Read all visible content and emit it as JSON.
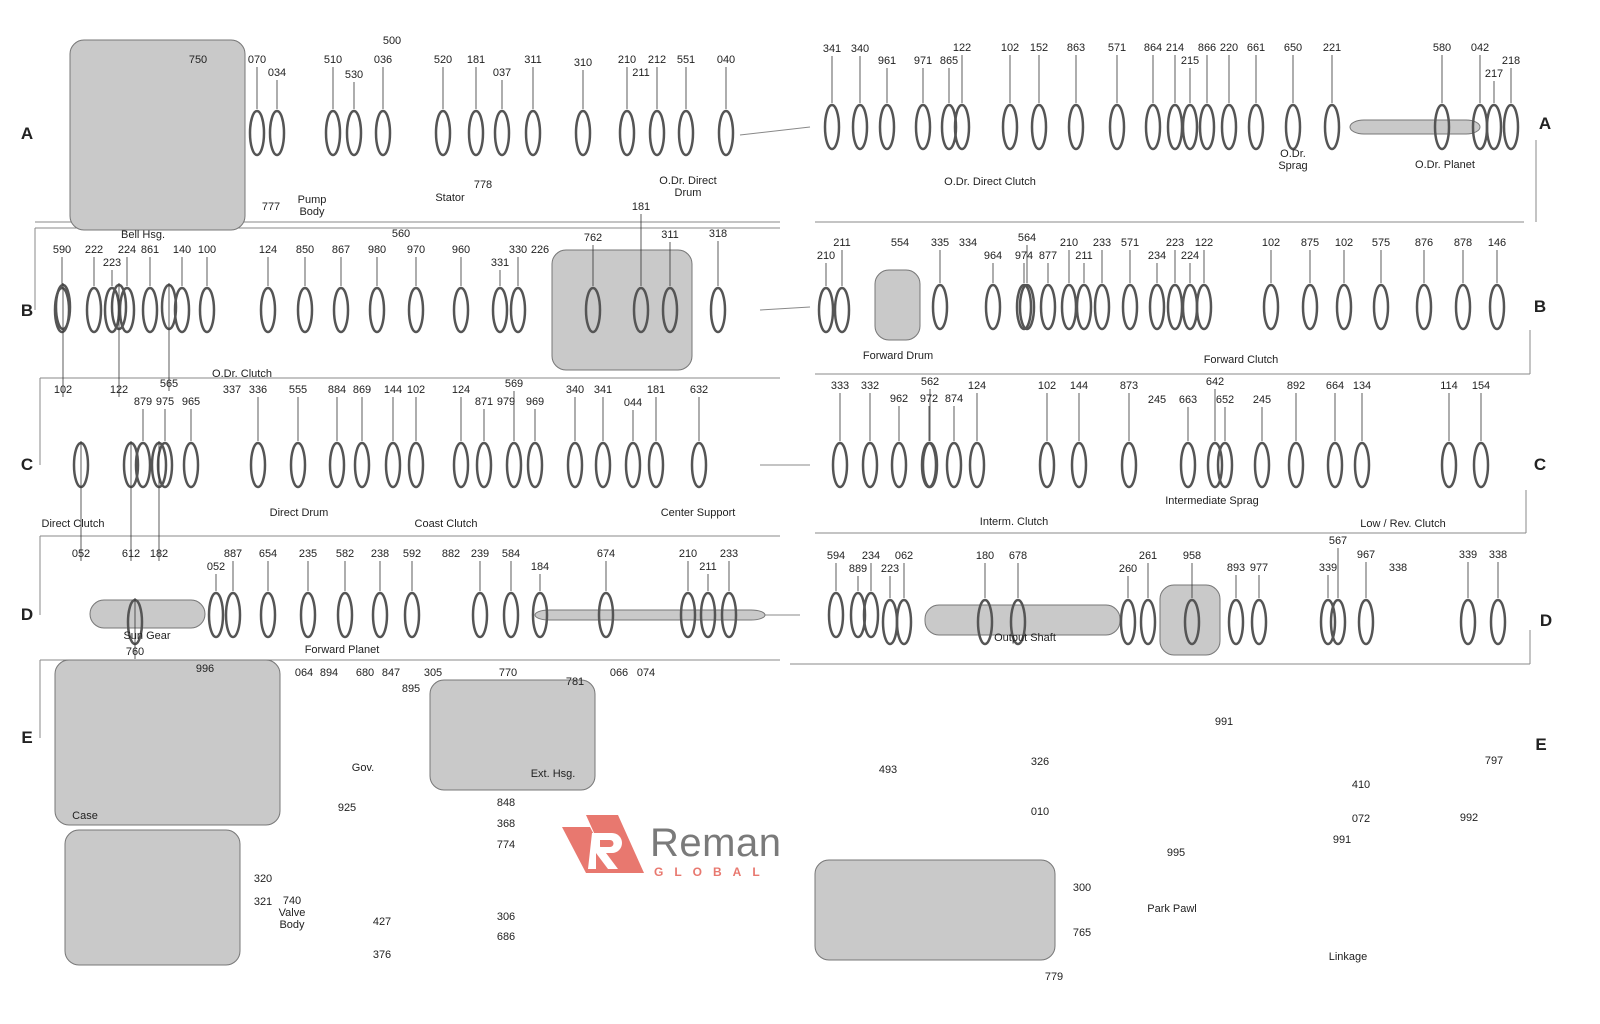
{
  "row_letters": [
    "A",
    "A",
    "B",
    "B",
    "C",
    "C",
    "D",
    "D",
    "E",
    "E"
  ],
  "callouts": [
    "750",
    "070",
    "034",
    "500",
    "510",
    "530",
    "036",
    "520",
    "181",
    "037",
    "311",
    "310",
    "210",
    "211",
    "212",
    "551",
    "040",
    "777",
    "778",
    "341",
    "340",
    "961",
    "971",
    "865",
    "122",
    "102",
    "152",
    "863",
    "571",
    "864",
    "214",
    "215",
    "866",
    "220",
    "661",
    "650",
    "221",
    "580",
    "042",
    "217",
    "218",
    "590",
    "222",
    "223",
    "224",
    "861",
    "140",
    "100",
    "124",
    "850",
    "560",
    "867",
    "980",
    "970",
    "960",
    "330",
    "226",
    "331",
    "181",
    "762",
    "311",
    "318",
    "211",
    "210",
    "554",
    "335",
    "334",
    "564",
    "964",
    "974",
    "877",
    "210",
    "211",
    "233",
    "571",
    "223",
    "234",
    "224",
    "122",
    "102",
    "875",
    "102",
    "575",
    "876",
    "878",
    "146",
    "102",
    "122",
    "565",
    "879",
    "975",
    "965",
    "337",
    "336",
    "555",
    "884",
    "869",
    "144",
    "102",
    "124",
    "569",
    "871",
    "979",
    "969",
    "340",
    "341",
    "181",
    "044",
    "632",
    "333",
    "332",
    "562",
    "962",
    "972",
    "874",
    "124",
    "102",
    "144",
    "873",
    "642",
    "245",
    "663",
    "652",
    "245",
    "892",
    "664",
    "134",
    "114",
    "154",
    "052",
    "612",
    "182",
    "052",
    "887",
    "654",
    "235",
    "582",
    "238",
    "592",
    "882",
    "239",
    "584",
    "184",
    "674",
    "210",
    "211",
    "233",
    "594",
    "889",
    "234",
    "223",
    "062",
    "180",
    "678",
    "260",
    "261",
    "958",
    "893",
    "977",
    "567",
    "967",
    "339",
    "338",
    "339",
    "338",
    "760",
    "996",
    "064",
    "894",
    "680",
    "847",
    "895",
    "305",
    "770",
    "781",
    "066",
    "074",
    "848",
    "368",
    "774",
    "925",
    "320",
    "321",
    "427",
    "376",
    "306",
    "686",
    "493",
    "326",
    "010",
    "300",
    "765",
    "779",
    "991",
    "995",
    "991",
    "410",
    "072",
    "797",
    "992"
  ],
  "captions": [
    "Bell Hsg.",
    "Pump\nBody",
    "Stator",
    "O.Dr. Direct\nDrum",
    "O.Dr. Direct Clutch",
    "O.Dr.\nSprag",
    "O.Dr. Planet",
    "O.Dr. Clutch",
    "Forward Drum",
    "Forward Clutch",
    "Direct Clutch",
    "Direct Drum",
    "Coast Clutch",
    "Center Support",
    "Interm. Clutch",
    "Intermediate Sprag",
    "Low / Rev. Clutch",
    "Sun Gear",
    "Forward Planet",
    "Output Shaft",
    "Case",
    "Gov.",
    "Ext. Hsg.",
    "740\nValve\nBody",
    "Park Pawl",
    "Linkage"
  ],
  "brand": {
    "name": "Reman",
    "sub": "GLOBAL",
    "accent": "#e8786f",
    "text_color": "#7a7a7a"
  }
}
